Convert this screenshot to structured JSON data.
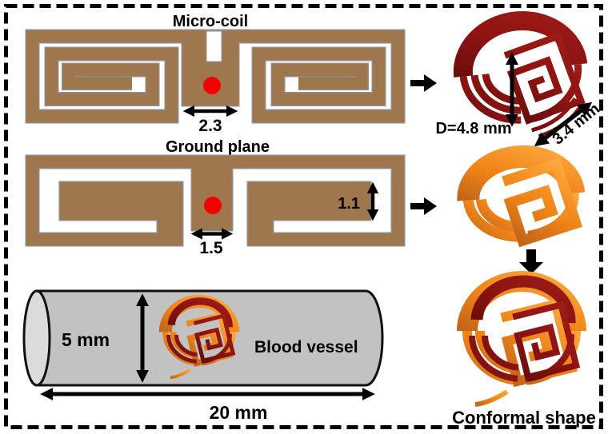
{
  "figure": {
    "labels": {
      "micro_coil": "Micro-coil",
      "ground_plane": "Ground plane",
      "blood_vessel": "Blood vessel",
      "conformal_shape": "Conformal shape"
    },
    "dimensions": {
      "coil_feed_width": "2.3",
      "ground_feed_width": "1.5",
      "ground_trace_width": "1.1",
      "coil_diameter": "D=4.8 mm",
      "coil_length": "3.4 mm",
      "vessel_diameter": "5 mm",
      "vessel_length": "20 mm"
    },
    "colors": {
      "trace_brown": "#A0764C",
      "coil_maroon": "#8B1210",
      "ground_orange": "#F08518",
      "feed_red": "#F50000",
      "vessel_gray": "#C2C2C2"
    }
  }
}
